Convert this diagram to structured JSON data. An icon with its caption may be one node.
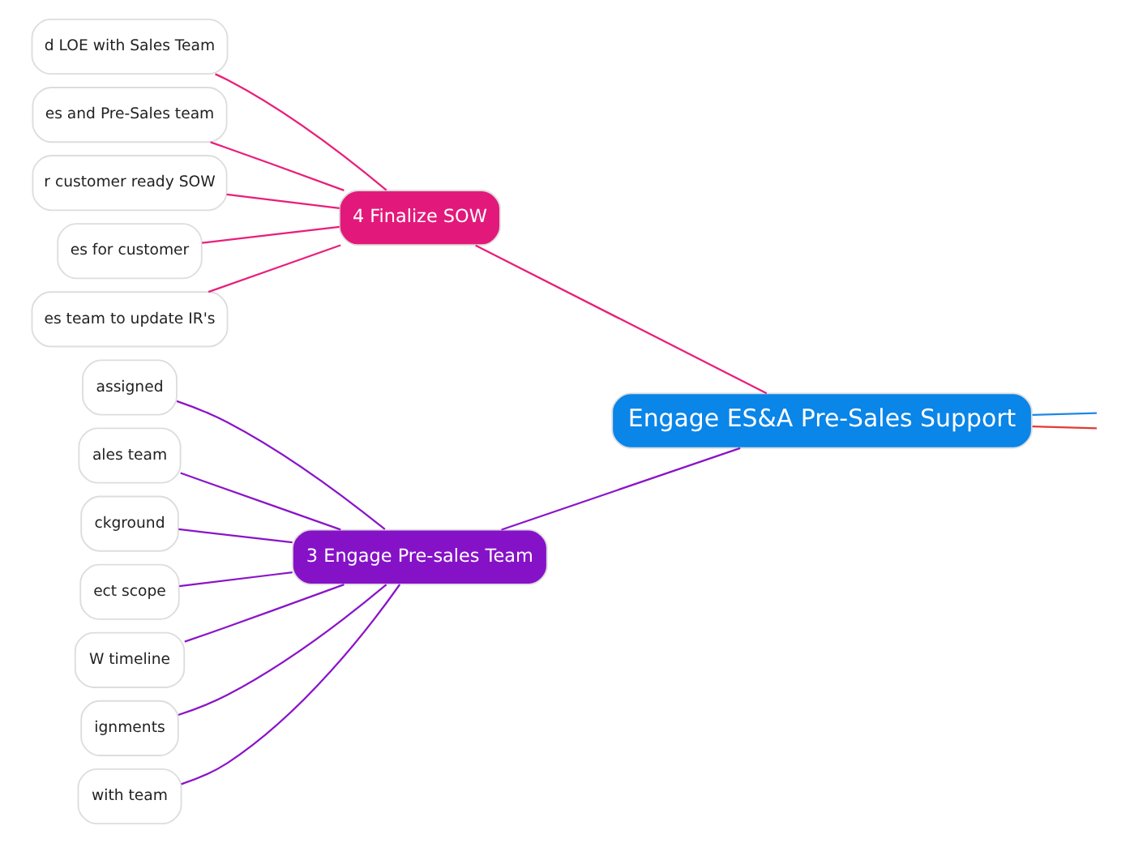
{
  "diagram": {
    "nodes": [
      {
        "text": [
          "Engage ES&A Pre-Sales Support"
        ]
      },
      {
        "text": [
          "4 Finalize SOW"
        ]
      },
      {
        "text": [
          "d LOE with Sales Team"
        ]
      },
      {
        "text": [
          "es and Pre-Sales team"
        ]
      },
      {
        "text": [
          "r customer ready SOW"
        ]
      },
      {
        "text": [
          "es for customer"
        ]
      },
      {
        "text": [
          "es team to update IR's"
        ]
      },
      {
        "text": [
          "3 Engage Pre-sales Team"
        ]
      },
      {
        "text": [
          "assigned"
        ]
      },
      {
        "text": [
          "ales team"
        ]
      },
      {
        "text": [
          "ckground"
        ]
      },
      {
        "text": [
          "ect scope"
        ]
      },
      {
        "text": [
          "W timeline"
        ]
      },
      {
        "text": [
          "ignments"
        ]
      },
      {
        "text": [
          "with team"
        ]
      }
    ],
    "edges": [
      {
        "from": 0,
        "to": null,
        "arrow": "none",
        "color": "#1e88e5"
      },
      {
        "from": 0,
        "to": 1,
        "arrow": "none",
        "color": "#e91e7a"
      },
      {
        "from": 1,
        "to": 2,
        "arrow": "none",
        "color": "#e91e7a"
      },
      {
        "from": 1,
        "to": 3,
        "arrow": "none",
        "color": "#e91e7a"
      },
      {
        "from": 1,
        "to": 4,
        "arrow": "none",
        "color": "#e91e7a"
      },
      {
        "from": 1,
        "to": 5,
        "arrow": "none",
        "color": "#e91e7a"
      },
      {
        "from": 1,
        "to": 6,
        "arrow": "none",
        "color": "#e91e7a"
      },
      {
        "from": 0,
        "to": 7,
        "arrow": "none",
        "color": "#8a14c9"
      },
      {
        "from": 7,
        "to": 8,
        "arrow": "none",
        "color": "#8a14c9"
      },
      {
        "from": 7,
        "to": 9,
        "arrow": "none",
        "color": "#8a14c9"
      },
      {
        "from": 7,
        "to": 10,
        "arrow": "none",
        "color": "#8a14c9"
      },
      {
        "from": 7,
        "to": 11,
        "arrow": "none",
        "color": "#8a14c9"
      },
      {
        "from": 7,
        "to": 12,
        "arrow": "none",
        "color": "#8a14c9"
      },
      {
        "from": 7,
        "to": 13,
        "arrow": "none",
        "color": "#8a14c9"
      },
      {
        "from": 7,
        "to": 14,
        "arrow": "none",
        "color": "#8a14c9"
      },
      {
        "from": 0,
        "to": null,
        "arrow": "none",
        "color": "#e53935"
      }
    ]
  }
}
